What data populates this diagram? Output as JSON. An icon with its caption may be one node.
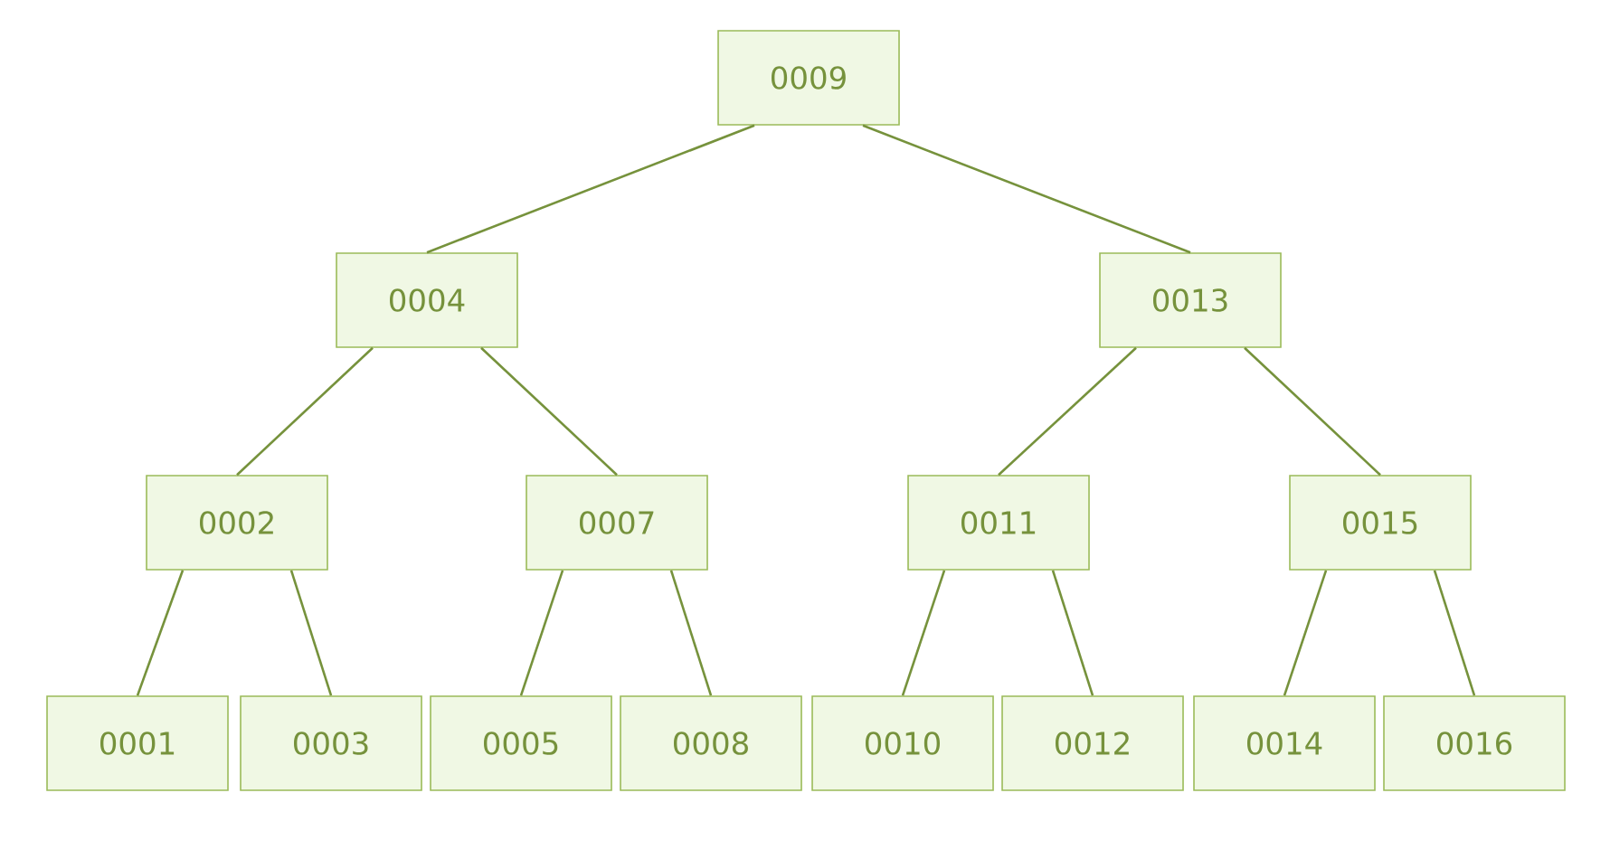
{
  "diagram": {
    "nodes": [
      {
        "text": [
          "0009"
        ]
      },
      {
        "text": [
          "0004"
        ]
      },
      {
        "text": [
          "0013"
        ]
      },
      {
        "text": [
          "0002"
        ]
      },
      {
        "text": [
          "0007"
        ]
      },
      {
        "text": [
          "0011"
        ]
      },
      {
        "text": [
          "0015"
        ]
      },
      {
        "text": [
          "0001"
        ]
      },
      {
        "text": [
          "0003"
        ]
      },
      {
        "text": [
          "0005"
        ]
      },
      {
        "text": [
          "0008"
        ]
      },
      {
        "text": [
          "0010"
        ]
      },
      {
        "text": [
          "0012"
        ]
      },
      {
        "text": [
          "0014"
        ]
      },
      {
        "text": [
          "0016"
        ]
      }
    ],
    "edges": [
      {
        "from": 0,
        "to": 1,
        "arrow": "none"
      },
      {
        "from": 0,
        "to": 2,
        "arrow": "none"
      },
      {
        "from": 1,
        "to": 3,
        "arrow": "none"
      },
      {
        "from": 1,
        "to": 4,
        "arrow": "none"
      },
      {
        "from": 2,
        "to": 5,
        "arrow": "none"
      },
      {
        "from": 2,
        "to": 6,
        "arrow": "none"
      },
      {
        "from": 3,
        "to": 7,
        "arrow": "none"
      },
      {
        "from": 3,
        "to": 8,
        "arrow": "none"
      },
      {
        "from": 4,
        "to": 9,
        "arrow": "none"
      },
      {
        "from": 4,
        "to": 10,
        "arrow": "none"
      },
      {
        "from": 5,
        "to": 11,
        "arrow": "none"
      },
      {
        "from": 5,
        "to": 12,
        "arrow": "none"
      },
      {
        "from": 6,
        "to": 13,
        "arrow": "none"
      },
      {
        "from": 6,
        "to": 14,
        "arrow": "none"
      }
    ]
  }
}
